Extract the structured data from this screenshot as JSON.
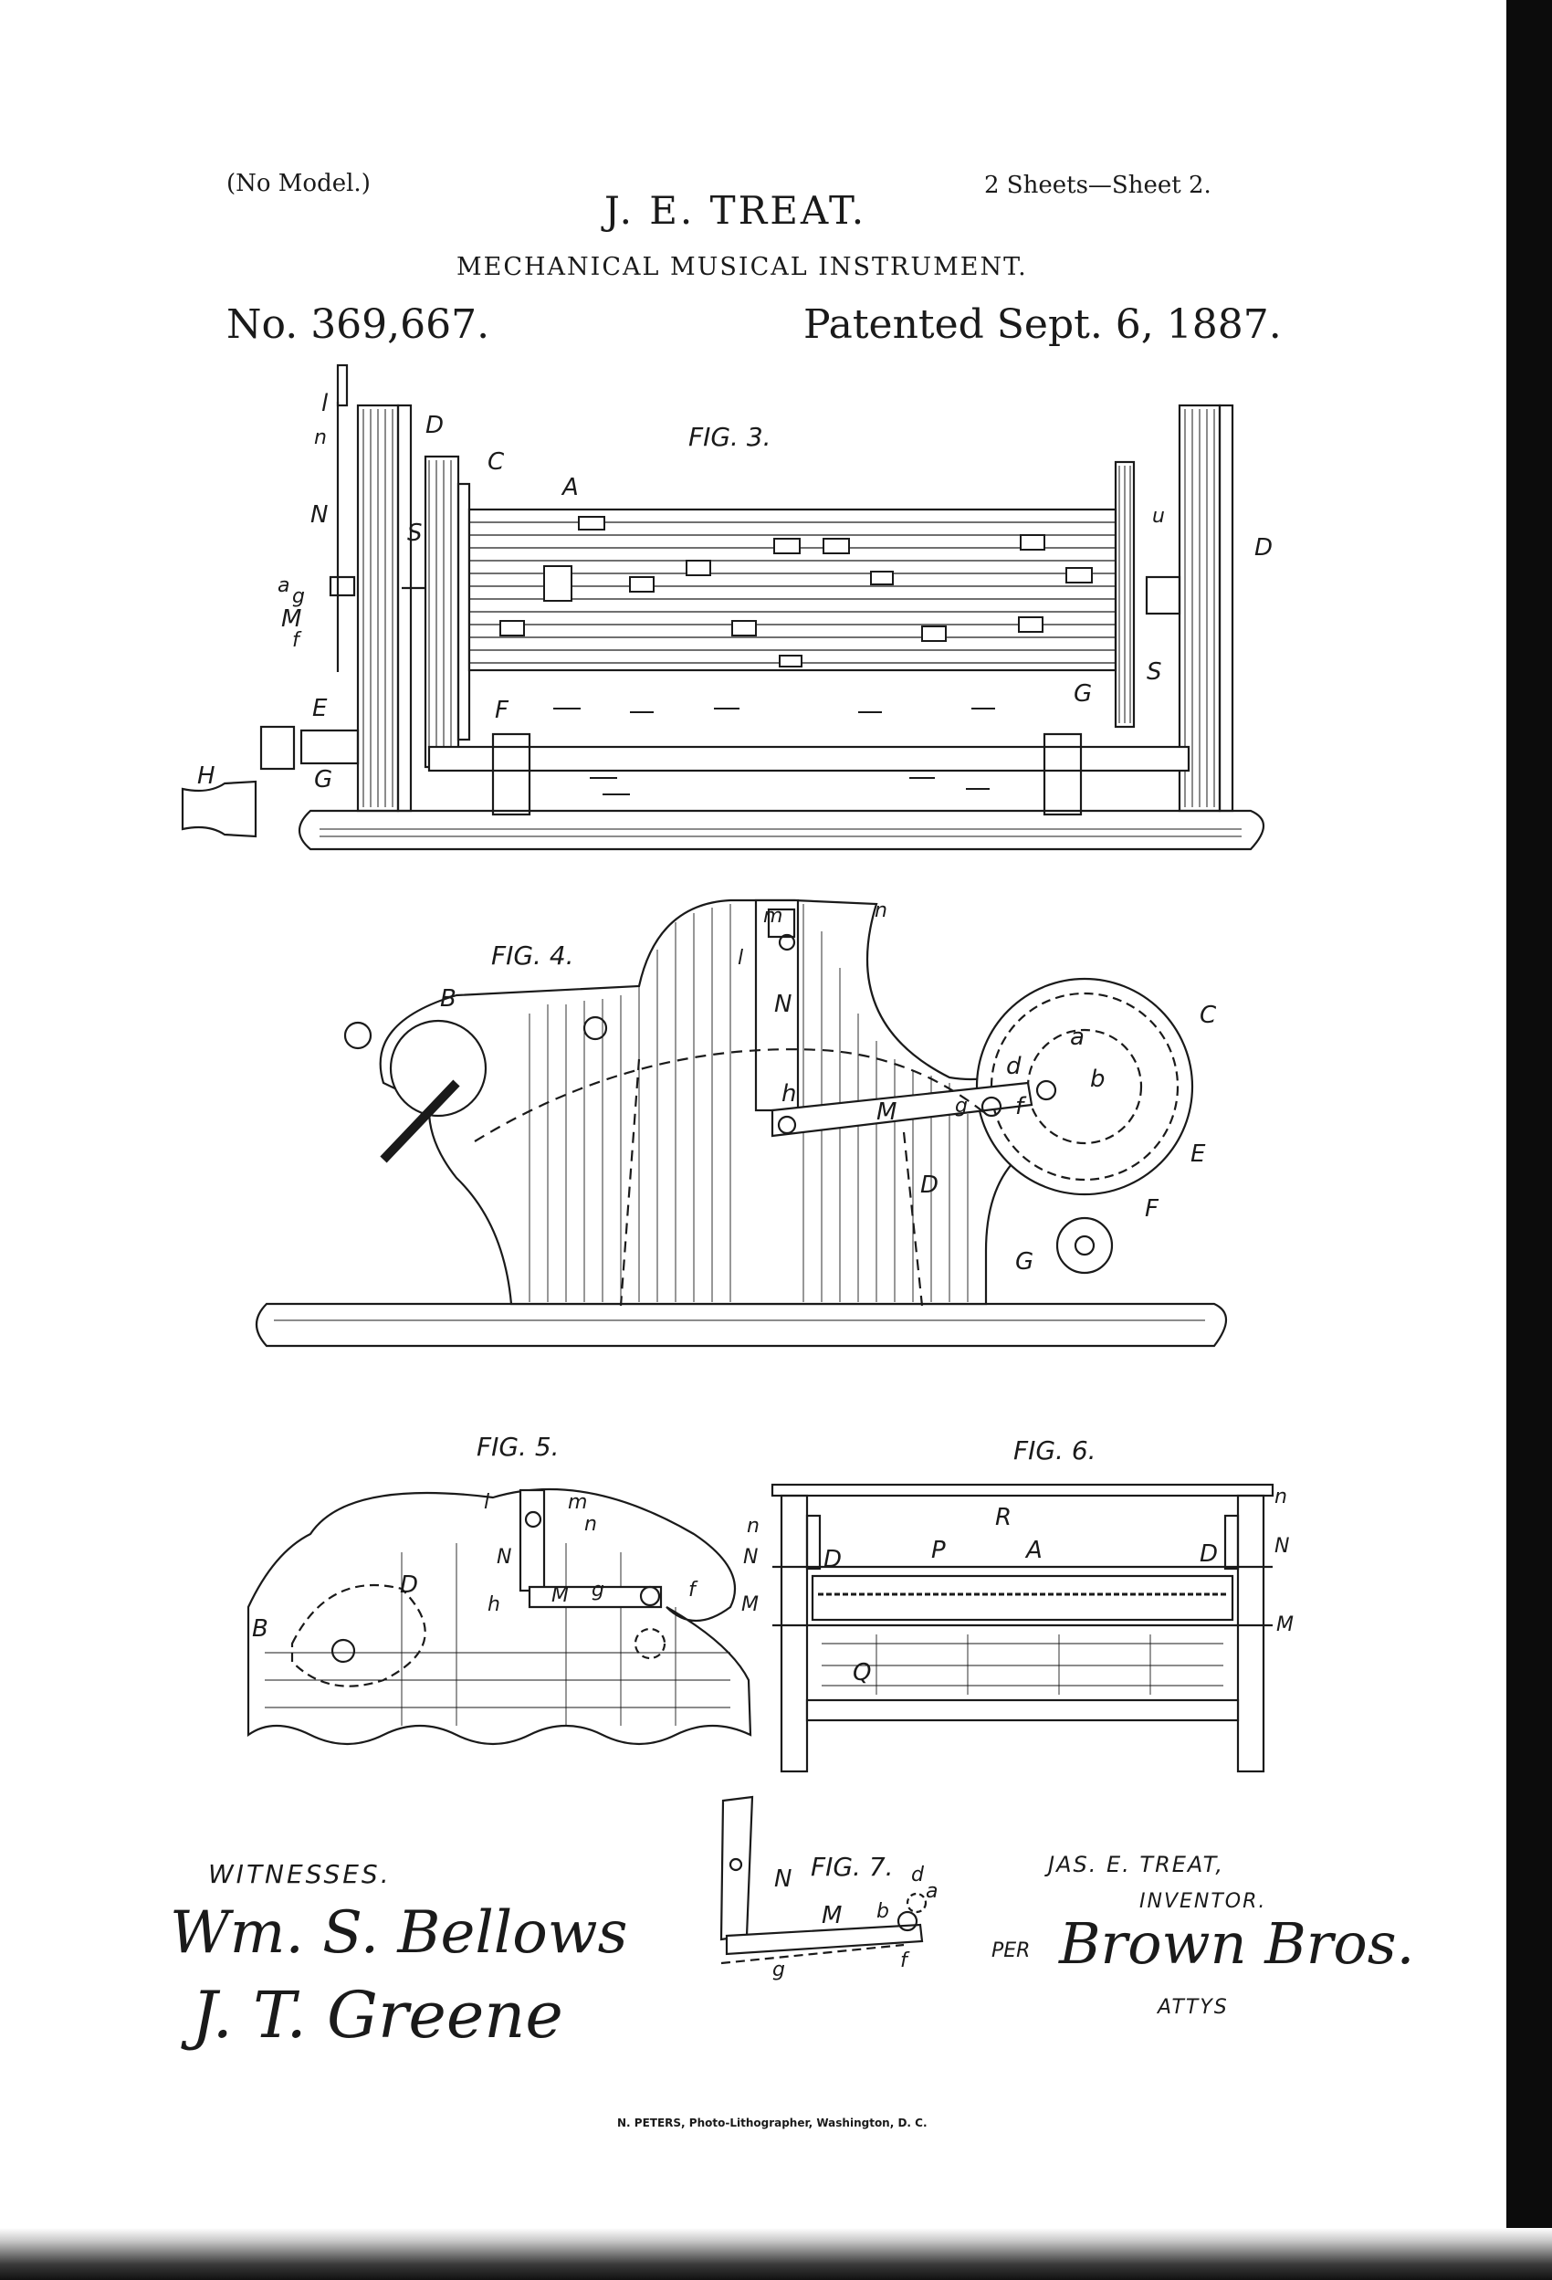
{
  "header": {
    "model_note": "(No Model.)",
    "inventor_name": "J. E. TREAT.",
    "sheets": "2 Sheets—Sheet 2.",
    "title": "MECHANICAL MUSICAL INSTRUMENT.",
    "patent_number": "No. 369,667.",
    "patent_date": "Patented Sept. 6, 1887."
  },
  "figures": {
    "fig3": {
      "caption": "FIG. 3.",
      "labels": [
        "l",
        "n",
        "D",
        "C",
        "A",
        "N",
        "S",
        "a",
        "g",
        "M",
        "f",
        "E",
        "F",
        "H",
        "G",
        "u",
        "S",
        "G",
        "D"
      ]
    },
    "fig4": {
      "caption": "FIG. 4.",
      "labels": [
        "m",
        "n",
        "l",
        "N",
        "B",
        "h",
        "M",
        "g",
        "f",
        "d",
        "a",
        "b",
        "C",
        "E",
        "D",
        "F",
        "G"
      ]
    },
    "fig5": {
      "caption": "FIG. 5.",
      "labels": [
        "l",
        "m",
        "n",
        "N",
        "D",
        "M",
        "g",
        "f",
        "B",
        "h"
      ]
    },
    "fig6": {
      "caption": "FIG. 6.",
      "labels": [
        "n",
        "R",
        "N",
        "D",
        "P",
        "A",
        "D",
        "n",
        "N",
        "M",
        "M",
        "Q"
      ]
    },
    "fig7": {
      "caption": "FIG. 7.",
      "labels": [
        "N",
        "M",
        "b",
        "d",
        "a",
        "g",
        "f"
      ]
    }
  },
  "witnesses": {
    "label": "WITNESSES.",
    "signature_1": "Wm. S. Bellows",
    "signature_2": "J. T. Greene"
  },
  "inventor": {
    "name": "JAS. E. TREAT,",
    "role": "INVENTOR.",
    "per": "PER",
    "attorneys_signature": "Brown Bros.",
    "attorneys_label": "ATTYS"
  },
  "footer": "N. PETERS, Photo-Lithographer, Washington, D. C."
}
